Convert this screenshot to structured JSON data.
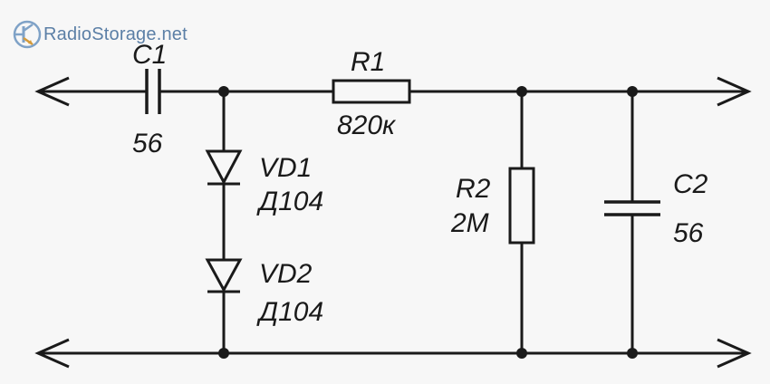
{
  "watermark": {
    "site": "RadioStorage.net"
  },
  "components": {
    "c1": {
      "name": "C1",
      "value": "56"
    },
    "r1": {
      "name": "R1",
      "value": "820к"
    },
    "vd1": {
      "name": "VD1",
      "value": "Д104"
    },
    "vd2": {
      "name": "VD2",
      "value": "Д104"
    },
    "r2": {
      "name": "R2",
      "value": "2M"
    },
    "c2": {
      "name": "C2",
      "value": "56"
    }
  },
  "colors": {
    "wire": "#1a1a1a",
    "background": "#f7f7f7"
  }
}
